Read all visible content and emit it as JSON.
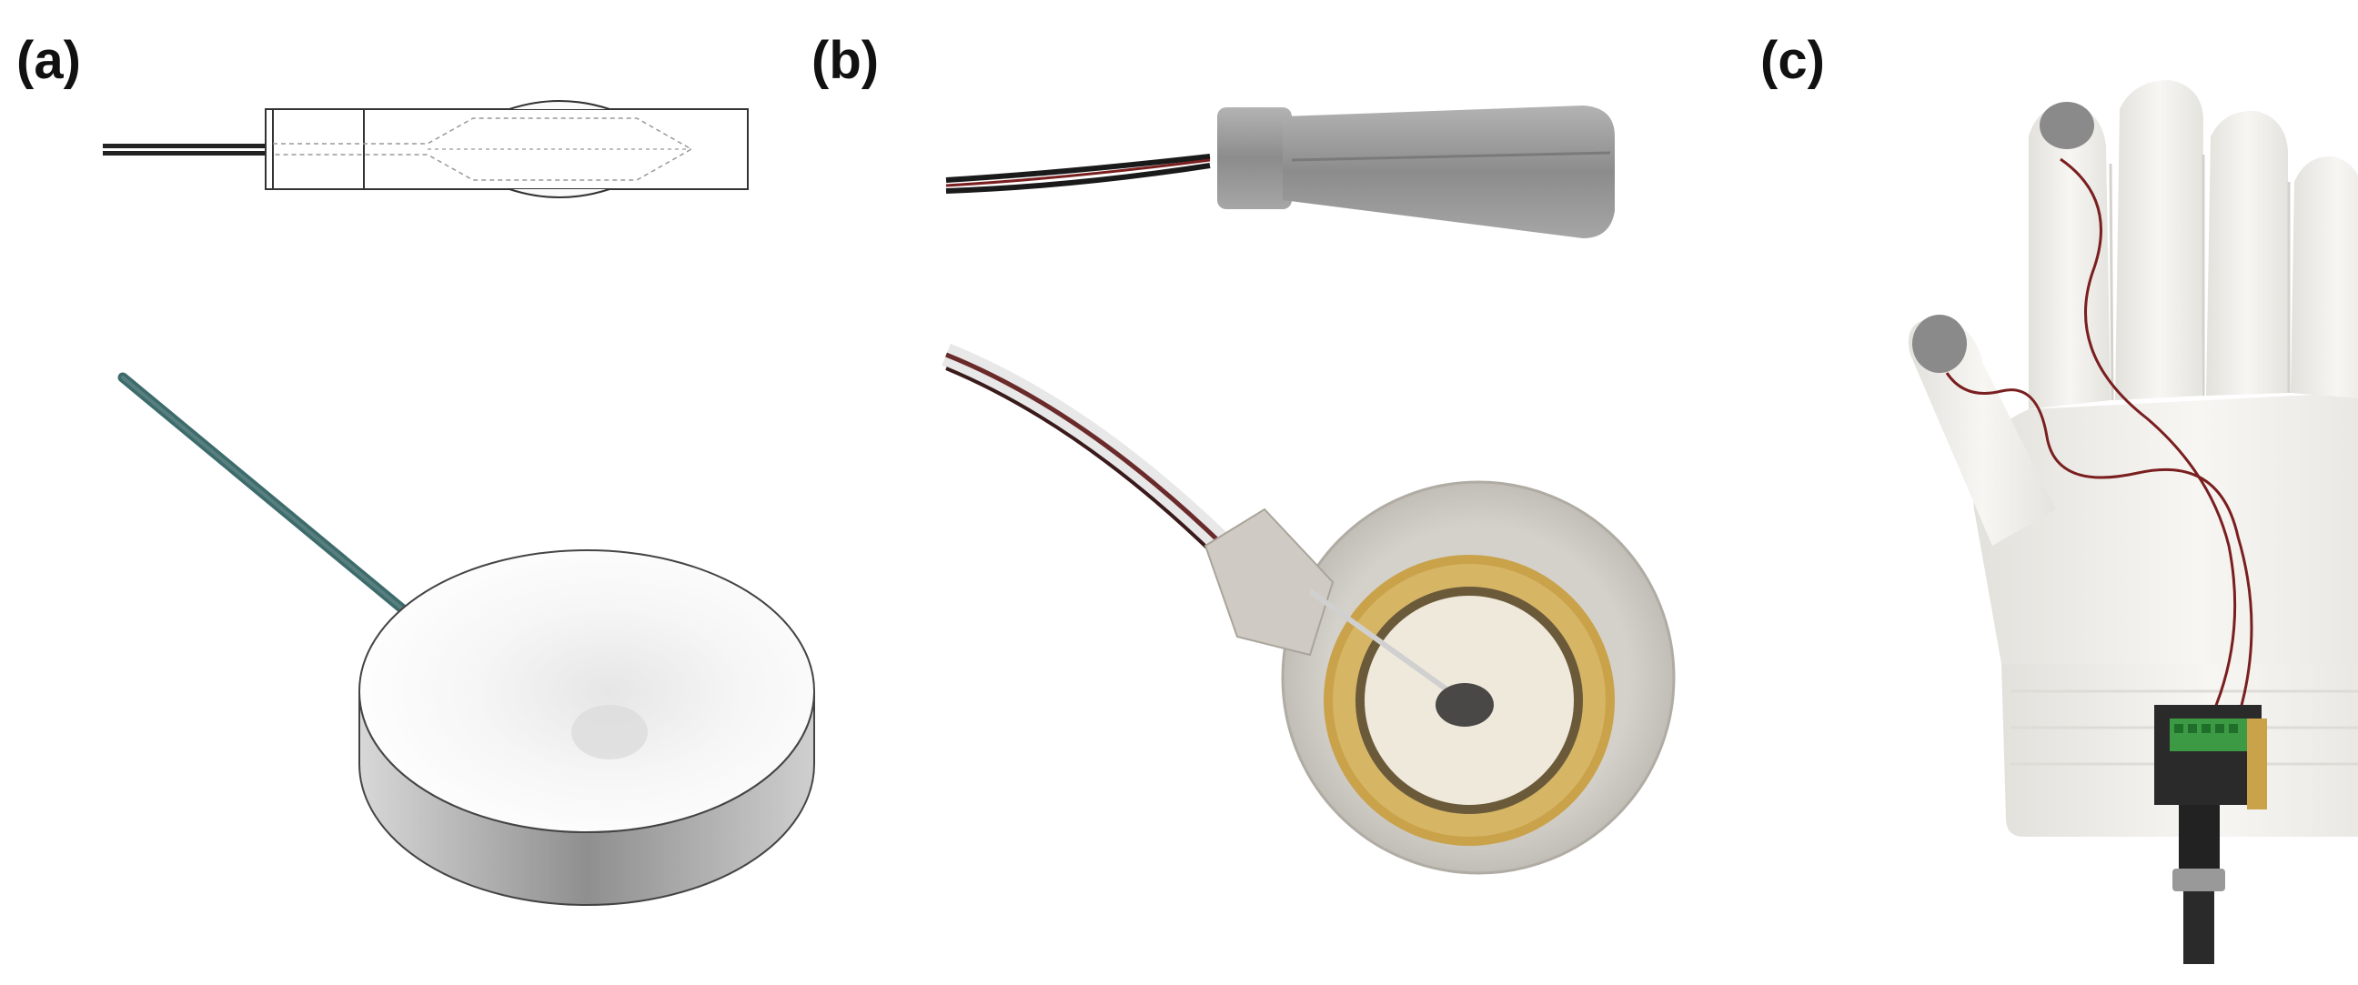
{
  "figure": {
    "panels": [
      {
        "id": "a",
        "label": "(a)"
      },
      {
        "id": "b",
        "label": "(b)"
      },
      {
        "id": "c",
        "label": "(c)"
      }
    ]
  },
  "colors": {
    "cad_outline": "#333333",
    "cad_face": "#f7f7f7",
    "cad_side": "#a9a9a9",
    "cable_teal": "#3d6b6b",
    "housing_gray": "#9b9b9b",
    "resin_clear": "#d9d6d0",
    "brass_ring": "#c9a24a",
    "ceramic": "#efe9dc",
    "glove_white": "#f1f0ec",
    "wire_red": "#7a1f1f",
    "pcb_green": "#3c9a45",
    "connector_black": "#222222"
  }
}
